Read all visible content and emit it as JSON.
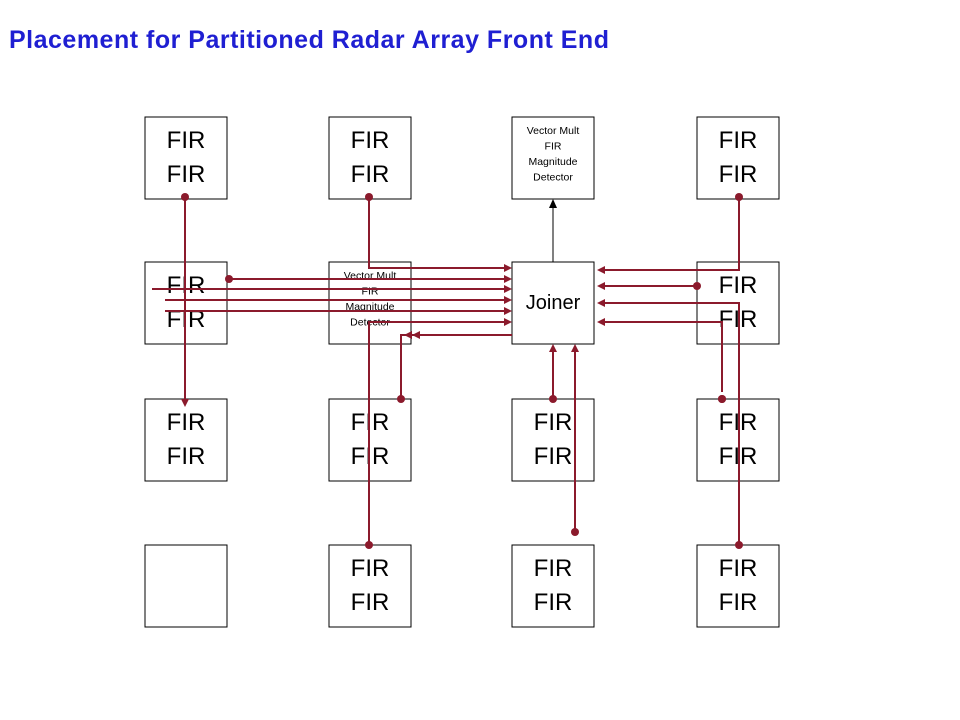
{
  "title": "Placement for Partitioned Radar Array Front End",
  "colors": {
    "title": "#1f1fd2",
    "wire": "#8b1a2c",
    "tile_border": "#000000"
  },
  "grid": {
    "rows": 4,
    "cols": 4,
    "tiles": [
      {
        "row": 0,
        "col": 0,
        "kind": "big",
        "lines": [
          "FIR",
          "FIR"
        ]
      },
      {
        "row": 0,
        "col": 1,
        "kind": "big",
        "lines": [
          "FIR",
          "FIR"
        ]
      },
      {
        "row": 0,
        "col": 2,
        "kind": "small",
        "lines": [
          "Vector Mult",
          "FIR",
          "Magnitude",
          "Detector"
        ]
      },
      {
        "row": 0,
        "col": 3,
        "kind": "big",
        "lines": [
          "FIR",
          "FIR"
        ]
      },
      {
        "row": 1,
        "col": 0,
        "kind": "big",
        "lines": [
          "FIR",
          "FIR"
        ]
      },
      {
        "row": 1,
        "col": 1,
        "kind": "small",
        "lines": [
          "Vector Mult",
          "FIR",
          "Magnitude",
          "Detector"
        ]
      },
      {
        "row": 1,
        "col": 2,
        "kind": "joiner",
        "lines": [
          "Joiner"
        ]
      },
      {
        "row": 1,
        "col": 3,
        "kind": "big",
        "lines": [
          "FIR",
          "FIR"
        ]
      },
      {
        "row": 2,
        "col": 0,
        "kind": "big",
        "lines": [
          "FIR",
          "FIR"
        ]
      },
      {
        "row": 2,
        "col": 1,
        "kind": "big",
        "lines": [
          "FIR",
          "FIR"
        ]
      },
      {
        "row": 2,
        "col": 2,
        "kind": "big",
        "lines": [
          "FIR",
          "FIR"
        ]
      },
      {
        "row": 2,
        "col": 3,
        "kind": "big",
        "lines": [
          "FIR",
          "FIR"
        ]
      },
      {
        "row": 3,
        "col": 0,
        "kind": "empty",
        "lines": []
      },
      {
        "row": 3,
        "col": 1,
        "kind": "big",
        "lines": [
          "FIR",
          "FIR"
        ]
      },
      {
        "row": 3,
        "col": 2,
        "kind": "big",
        "lines": [
          "FIR",
          "FIR"
        ]
      },
      {
        "row": 3,
        "col": 3,
        "kind": "big",
        "lines": [
          "FIR",
          "FIR"
        ]
      }
    ]
  }
}
